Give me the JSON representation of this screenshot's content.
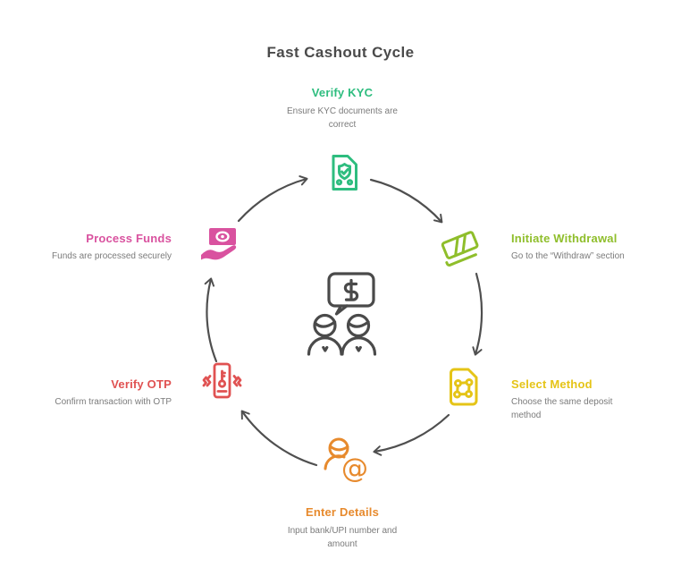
{
  "title": "Fast Cashout Cycle",
  "steps": [
    {
      "id": "verify-kyc",
      "title": "Verify KYC",
      "description": "Ensure KYC documents are correct",
      "color": "#2EBD7F",
      "icon": "certificate-document-icon"
    },
    {
      "id": "initiate-withdrawal",
      "title": "Initiate Withdrawal",
      "description": "Go to the “Withdraw” section",
      "color": "#8FBE2B",
      "icon": "cash-notes-icon"
    },
    {
      "id": "select-method",
      "title": "Select Method",
      "description": "Choose the same deposit method",
      "color": "#E5C417",
      "icon": "sim-card-icon"
    },
    {
      "id": "enter-details",
      "title": "Enter Details",
      "description": "Input bank/UPI number and amount",
      "color": "#E78A2D",
      "icon": "user-at-sign-icon"
    },
    {
      "id": "verify-otp",
      "title": "Verify OTP",
      "description": "Confirm transaction with OTP",
      "color": "#E05252",
      "icon": "phone-key-icon"
    },
    {
      "id": "process-funds",
      "title": "Process Funds",
      "description": "Funds are processed securely",
      "color": "#D9529F",
      "icon": "hand-money-icon"
    }
  ],
  "center_icon": "payment-conversation-icon",
  "colors": {
    "title": "#4A4A4A",
    "description": "#7B7B7B",
    "arrow": "#4F4F4F",
    "background": "#FFFFFF"
  }
}
